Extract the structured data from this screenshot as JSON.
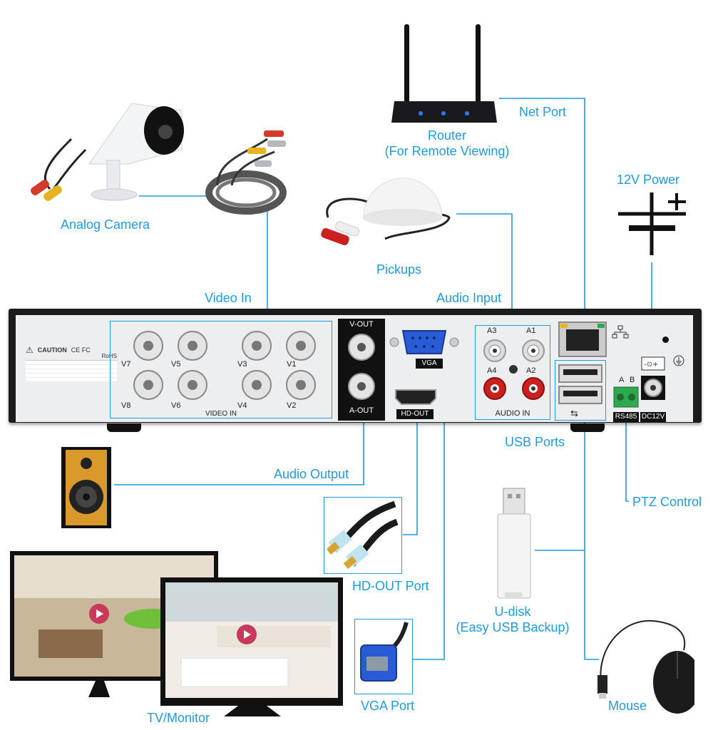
{
  "labels": {
    "analog_camera": "Analog Camera",
    "video_in": "Video In",
    "router_title": "Router",
    "router_sub": "(For Remote Viewing)",
    "net_port": "Net Port",
    "power_12v": "12V Power",
    "pickups": "Pickups",
    "audio_input": "Audio Input",
    "usb_ports": "USB Ports",
    "audio_output": "Audio Output",
    "ptz_control": "PTZ Control",
    "hd_out_port": "HD-OUT Port",
    "u_disk": "U-disk",
    "u_disk_sub": "(Easy USB Backup)",
    "tv_monitor": "TV/Monitor",
    "vga_port": "VGA Port",
    "mouse": "Mouse"
  },
  "panel": {
    "video_in": "VIDEO IN",
    "v_out": "V-OUT",
    "a_out": "A-OUT",
    "vga": "VGA",
    "hd_out": "HD-OUT",
    "audio_in": "AUDIO IN",
    "rs485": "RS485",
    "dc12v": "DC12V",
    "a": "A",
    "b": "B",
    "caution": "CAUTION",
    "ce": "CE FC",
    "rohs": "RoHS",
    "channels": [
      "V7",
      "V5",
      "V3",
      "V1",
      "V8",
      "V6",
      "V4",
      "V2"
    ],
    "audio_channels": [
      "A3",
      "A1",
      "A4",
      "A2"
    ]
  },
  "colors": {
    "accent": "#1f9be0",
    "panel_face": "#eceef0",
    "chassis": "#1c1c1c",
    "rca_red": "#cc2020",
    "terminal_green": "#2fa84f"
  }
}
